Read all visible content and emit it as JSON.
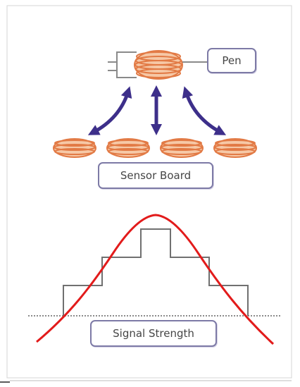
{
  "labels": {
    "pen": "Pen",
    "sensor_board": "Sensor Board",
    "signal_strength": "Signal Strength"
  },
  "colors": {
    "coil": "#e27a45",
    "coil_fill": "#f6c8a6",
    "arrow": "#3d2f8a",
    "curve": "#e21b1b",
    "step": "#707070",
    "label_border": "#7d7aa6",
    "frame": "#cfcfcf"
  },
  "icons": [
    "pen-coil-icon",
    "sensor-coil-icon",
    "double-arrow-icon"
  ]
}
